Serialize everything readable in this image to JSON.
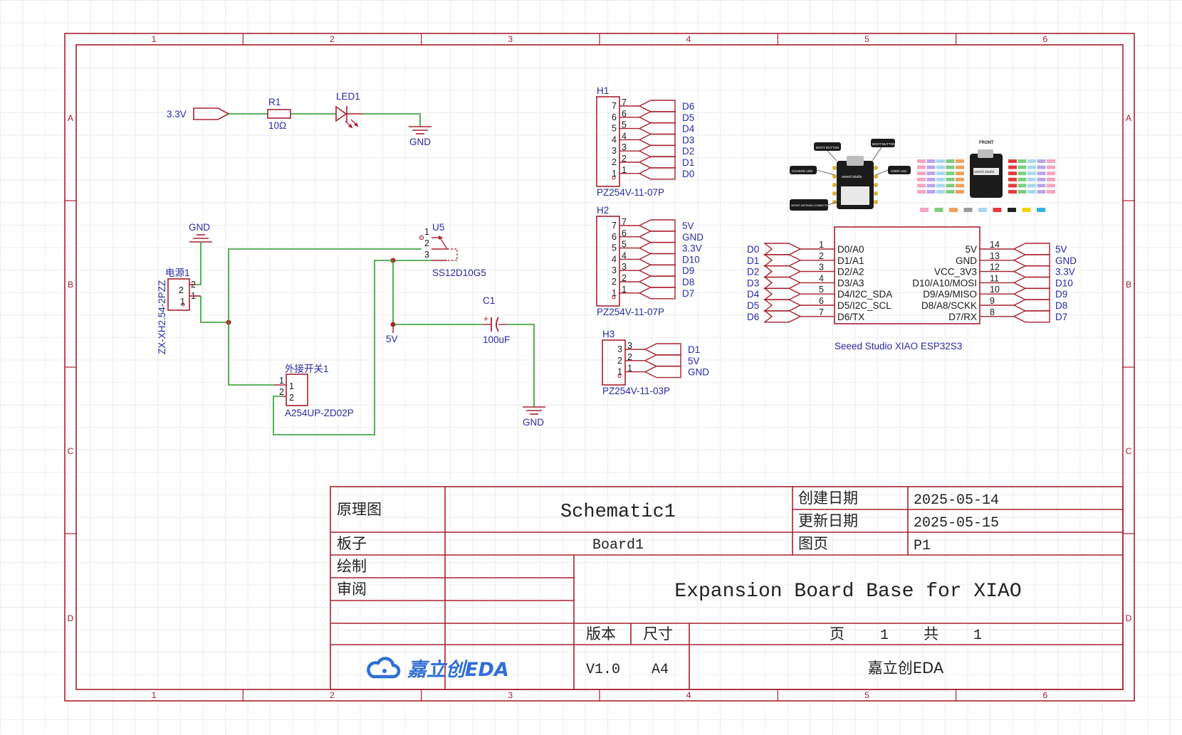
{
  "frame": {
    "columns": [
      "1",
      "2",
      "3",
      "4",
      "5",
      "6"
    ],
    "rows": [
      "A",
      "B",
      "C",
      "D"
    ]
  },
  "power": {
    "v33_left": "3.3V",
    "gnd_led": "GND",
    "gnd_top": "GND",
    "v5_cap": "5V",
    "gnd_cap": "GND"
  },
  "components": {
    "r1": {
      "ref": "R1",
      "value": "10Ω"
    },
    "led1": {
      "ref": "LED1"
    },
    "u5": {
      "ref": "U5",
      "part": "SS12D10G5",
      "pins": [
        "1",
        "2",
        "3"
      ]
    },
    "c1": {
      "ref": "C1",
      "value": "100uF",
      "plus": "+"
    },
    "power_conn": {
      "ref": "电源1",
      "part": "ZX-XH2.54-2PZZ",
      "pins": [
        "2",
        "1"
      ]
    },
    "ext_switch": {
      "ref": "外接开关1",
      "part": "A254UP-ZD02P",
      "pins": [
        "1",
        "2"
      ]
    },
    "h1": {
      "ref": "H1",
      "part": "PZ254V-11-07P",
      "pins": [
        "7",
        "6",
        "5",
        "4",
        "3",
        "2",
        "1"
      ],
      "nets": [
        "D6",
        "D5",
        "D4",
        "D3",
        "D2",
        "D1",
        "D0"
      ]
    },
    "h2": {
      "ref": "H2",
      "part": "PZ254V-11-07P",
      "pins": [
        "7",
        "6",
        "5",
        "4",
        "3",
        "2",
        "1"
      ],
      "nets": [
        "5V",
        "GND",
        "3.3V",
        "D10",
        "D9",
        "D8",
        "D7"
      ]
    },
    "h3": {
      "ref": "H3",
      "part": "PZ254V-11-03P",
      "pins": [
        "3",
        "2",
        "1"
      ],
      "nets": [
        "D1",
        "5V",
        "GND"
      ]
    },
    "xiao": {
      "part": "Seeed Studio XIAO ESP32S3",
      "left_nets": [
        "D0",
        "D1",
        "D2",
        "D3",
        "D4",
        "D5",
        "D6"
      ],
      "left_nums": [
        "1",
        "2",
        "3",
        "4",
        "5",
        "6",
        "7"
      ],
      "left_names": [
        "D0/A0",
        "D1/A1",
        "D2/A2",
        "D3/A3",
        "D4/I2C_SDA",
        "D5/I2C_SCL",
        "D6/TX"
      ],
      "right_names": [
        "5V",
        "GND",
        "VCC_3V3",
        "D10/A10/MOSI",
        "D9/A9/MISO",
        "D8/A8/SCKK",
        "D7/RX"
      ],
      "right_nums": [
        "14",
        "13",
        "12",
        "11",
        "10",
        "9",
        "8"
      ],
      "right_nets": [
        "5V",
        "GND",
        "3.3V",
        "D10",
        "D9",
        "D8",
        "D7"
      ]
    }
  },
  "pinout_image": {
    "callouts": [
      "BOOT BUTTON",
      "BOOT BUTTON",
      "CHARGE LED",
      "USER LED",
      "WiFi/BT ANTENNA CONNECTOR",
      "FRONT"
    ],
    "chip_brand": "seeed studio"
  },
  "title_block": {
    "type_label": "原理图",
    "schematic_name": "Schematic1",
    "created_label": "创建日期",
    "created_date": "2025-05-14",
    "updated_label": "更新日期",
    "updated_date": "2025-05-15",
    "board_label": "板子",
    "board_name": "Board1",
    "page_label": "图页",
    "page_id": "P1",
    "drawn_label": "绘制",
    "review_label": "审阅",
    "project_title": "Expansion Board Base for XIAO",
    "version_label": "版本",
    "size_label": "尺寸",
    "version": "V1.0",
    "size": "A4",
    "page_word": "页",
    "page_num": "1",
    "total_word": "共",
    "total_num": "1",
    "logo_text": "嘉立创EDA",
    "company": "嘉立创EDA"
  }
}
